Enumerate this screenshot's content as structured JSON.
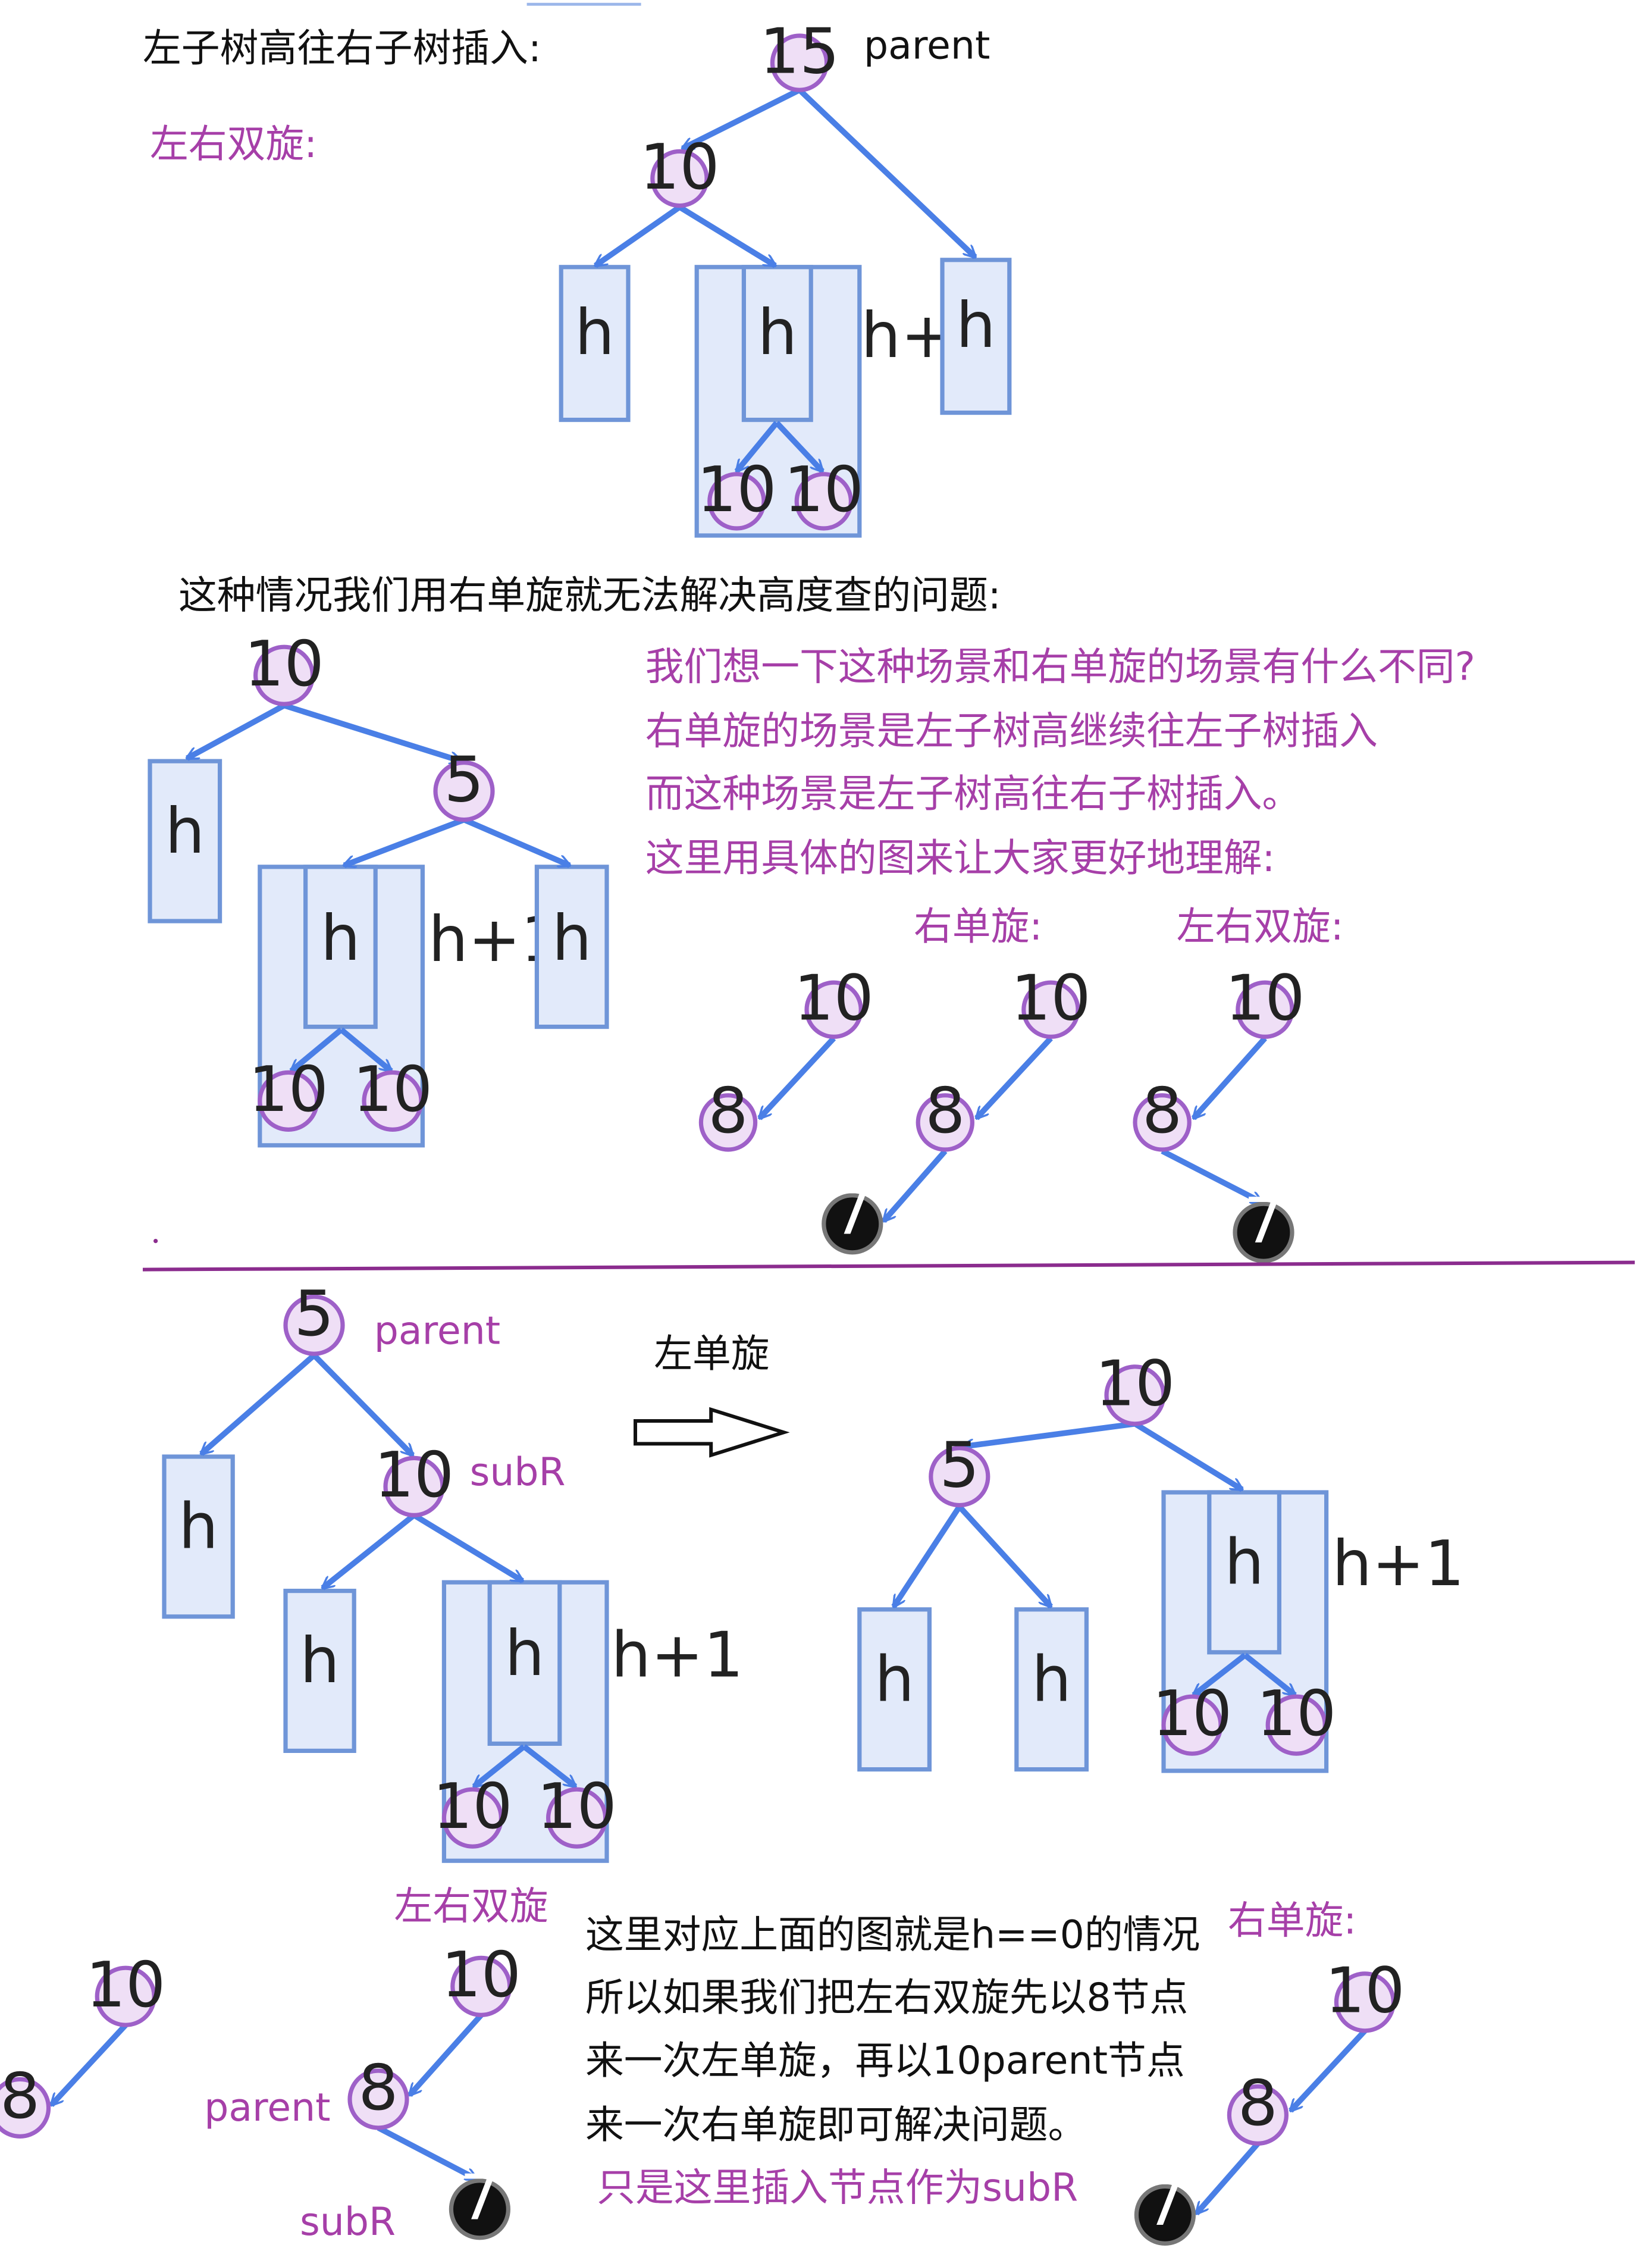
{
  "text": {
    "heading_left_tree": "左子树高往右子树插入:",
    "label_left_right_double_1": "左右双旋:",
    "label_parent_top": "parent",
    "heading_cannot_solve": "这种情况我们用右单旋就无法解决高度查的问题:",
    "explain_1": "我们想一下这种场景和右单旋的场景有什么不同?",
    "explain_2": "右单旋的场景是左子树高继续往左子树插入",
    "explain_3": "而这种场景是左子树高往右子树插入。",
    "explain_4": "这里用具体的图来让大家更好地理解:",
    "label_right_single_1": "右单旋:",
    "label_left_right_double_2": "左右双旋:",
    "label_parent_mid": "parent",
    "label_subR_mid": "subR",
    "label_left_single": "左单旋",
    "label_left_right_double_3": "左右双旋",
    "label_parent_bottom": "parent",
    "label_subR_bottom": "subR",
    "explain_5": "这里对应上面的图就是h==0的情况",
    "explain_6": "所以如果我们把左右双旋先以8节点",
    "explain_7": "来一次左单旋，再以10parent节点",
    "explain_8": "来一次右单旋即可解决问题。",
    "explain_9": "只是这里插入节点作为subR",
    "label_right_single_2": "右单旋:"
  },
  "nodes": {
    "a_root": "15",
    "a_left": "10",
    "a_new1": "10",
    "a_new2": "10",
    "b_root": "10",
    "b_right": "5",
    "b_new1": "10",
    "b_new2": "10",
    "c1_root": "10",
    "c1_child": "8",
    "c2_root": "10",
    "c2_child": "8",
    "c2_new": "7",
    "c3_root": "10",
    "c3_child": "8",
    "c3_new": "7",
    "d_root": "5",
    "d_subR": "10",
    "d_new1": "10",
    "d_new2": "10",
    "e_root": "10",
    "e_left": "5",
    "e_new1": "10",
    "e_new2": "10",
    "f1_root": "10",
    "f1_child": "8",
    "f2_root": "10",
    "f2_child": "8",
    "f2_new": "7",
    "g_root": "10",
    "g_child": "8",
    "g_new": "7"
  },
  "subtrees": {
    "h": "h",
    "h_plus_1": "h+1"
  },
  "colors": {
    "accent_text": "#a63fa8",
    "node_fill": "#efdff6",
    "node_stroke": "#9e60c8",
    "edge": "#4a7fe6",
    "subtree_fill": "#e2eafa",
    "new_node_fill": "#111111",
    "divider": "#8b2c8e"
  }
}
